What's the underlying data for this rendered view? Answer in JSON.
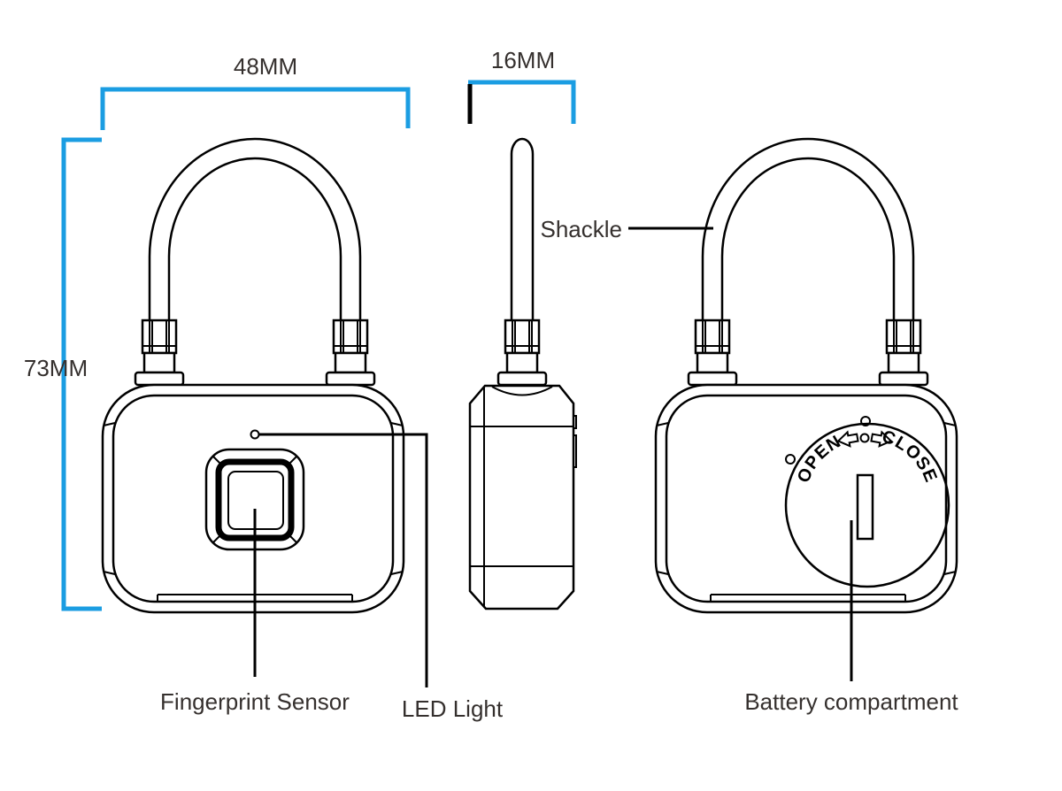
{
  "title": "Fingerprint padlock dimension diagram",
  "colors": {
    "dimension_line": "#1b9de2",
    "outline": "#000000",
    "label_text": "#35302e"
  },
  "dimensions": {
    "width_label": "48MM",
    "depth_label": "16MM",
    "height_label": "73MM"
  },
  "annotations": {
    "shackle": "Shackle",
    "fingerprint_sensor": "Fingerprint Sensor",
    "led_light": "LED Light",
    "battery_compartment": "Battery compartment"
  },
  "battery_dial": {
    "open_label": "OPEN",
    "close_label": "CLOSE"
  }
}
